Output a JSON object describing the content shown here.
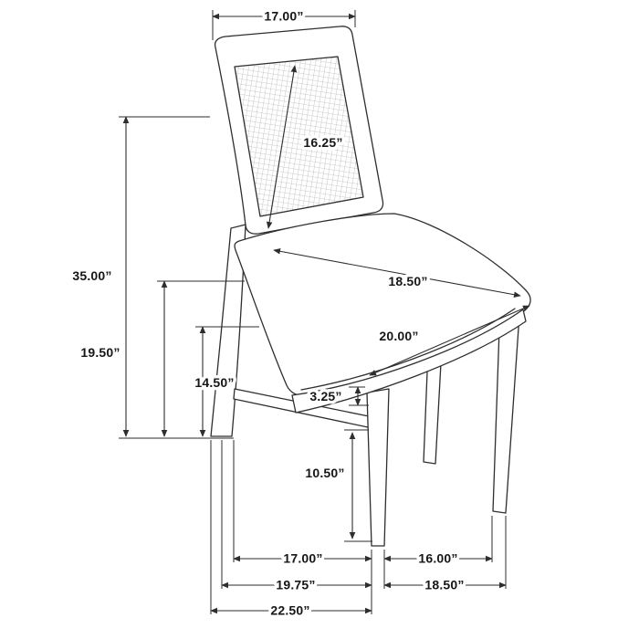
{
  "page": {
    "background": "#ffffff"
  },
  "diagram": {
    "subject": "Side chair with cane back and upholstered seat — dimension drawing",
    "unit": "inches",
    "line_color": "#2e2e2e",
    "dimensions": {
      "back_width": "17.00”",
      "back_panel_diagonal": "16.25”",
      "overall_height": "35.00”",
      "seat_height": "19.50”",
      "seat_underside_height": "14.50”",
      "seat_depth": "18.50”",
      "seat_width": "20.00”",
      "seat_edge_thickness": "3.25”",
      "leg_height": "10.50”",
      "front_back_leg_spacing": "17.00”",
      "front_leg_spacing": "16.00”",
      "base_depth": "19.75”",
      "base_width": "18.50”",
      "overall_depth": "22.50”"
    }
  }
}
